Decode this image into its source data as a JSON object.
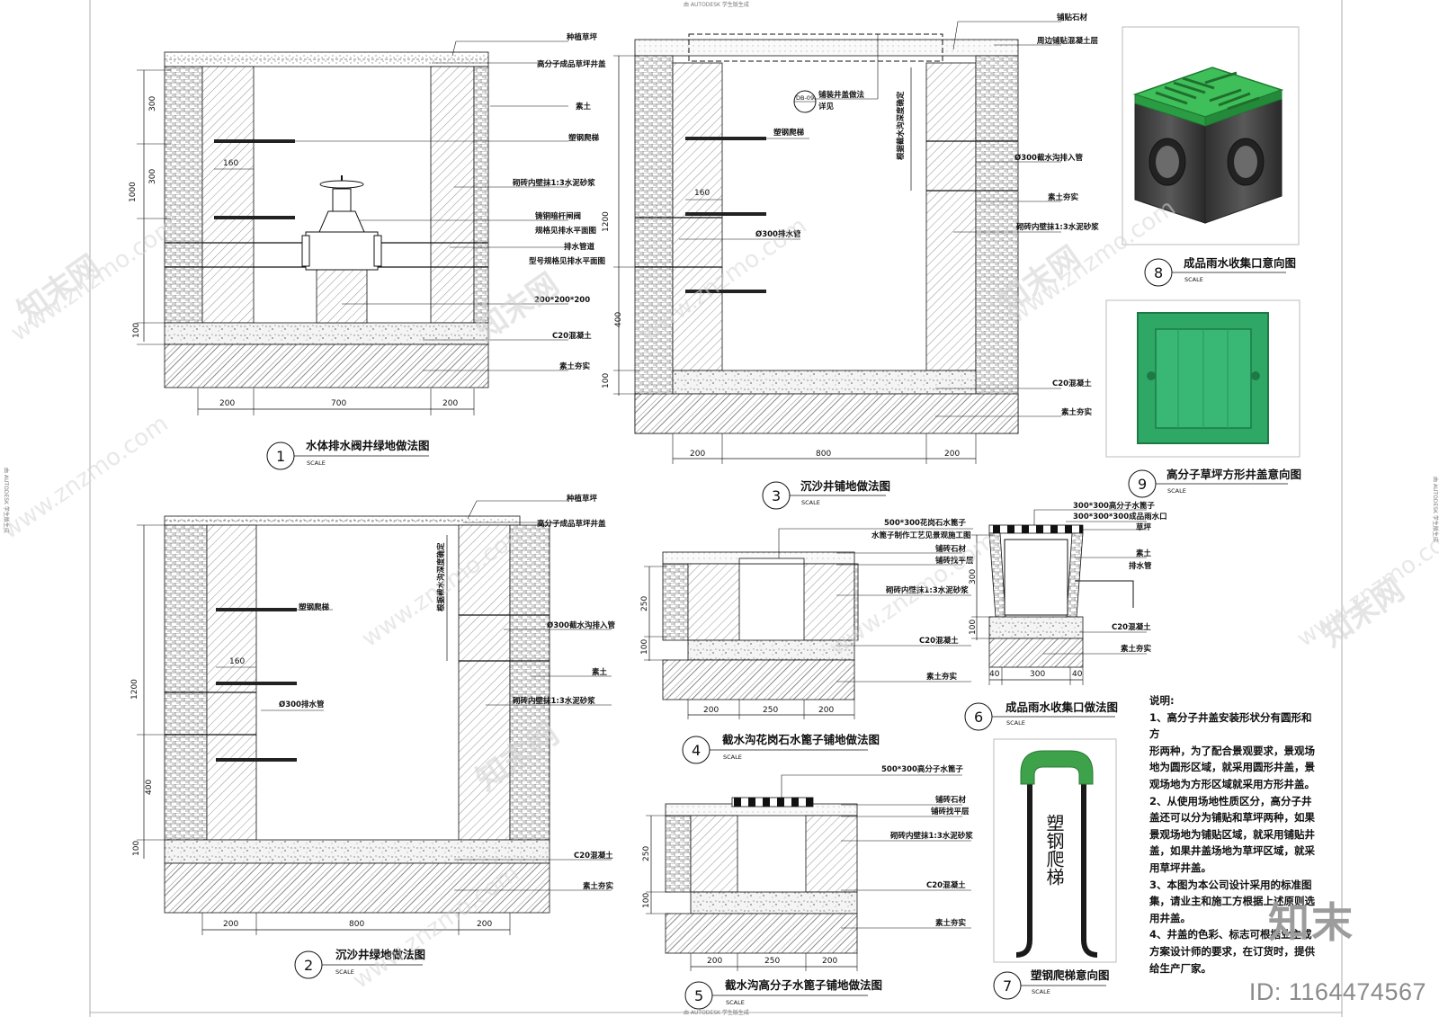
{
  "header": {
    "top_text": "由 AUTODESK 学生版生成",
    "bottom_text": "由 AUTODESK 学生版生成",
    "side_text": "由 AUTODESK 学生版生成"
  },
  "watermark": {
    "site": "www.znzmo.com",
    "cn": "知末网",
    "brand": "知末",
    "id": "ID: 1164474567"
  },
  "scale_word": "SCALE",
  "d1": {
    "num": "1",
    "title": "水体排水阀井绿地做法图",
    "labels": [
      "种植草坪",
      "高分子成品草坪井盖",
      "素土",
      "塑钢爬梯",
      "砌砖内壁抹1:3水泥砂浆",
      "铸铜暗杆闸阀",
      "规格见排水平面图",
      "排水管道",
      "型号规格见排水平面图",
      "200*200*200",
      "C20混凝土",
      "素土夯实"
    ],
    "dims_v": [
      "300",
      "300",
      "1000",
      "100"
    ],
    "dims_h": [
      "200",
      "700",
      "200"
    ],
    "dim_160": "160"
  },
  "d2": {
    "num": "2",
    "title": "沉沙井绿地做法图",
    "labels": [
      "种植草坪",
      "高分子成品草坪井盖",
      "塑钢爬梯",
      "Ø300截水沟排入管",
      "素土",
      "砌砖内壁抹1:3水泥砂浆",
      "Ø300排水管",
      "C20混凝土",
      "素土夯实"
    ],
    "side_note": "根据截水沟深度确定",
    "dims_v": [
      "1200",
      "400",
      "100"
    ],
    "dims_h": [
      "200",
      "800",
      "200"
    ],
    "dim_160": "160"
  },
  "d3": {
    "num": "3",
    "title": "沉沙井铺地做法图",
    "labels": [
      "铺贴石材",
      "周边铺贴混凝土层",
      "塑钢爬梯",
      "Ø300截水沟排入管",
      "素土夯实",
      "砌砖内壁抹1:3水泥砂浆",
      "Ø300排水管",
      "C20混凝土",
      "素土夯实"
    ],
    "callout_code": "DB-09",
    "callout_text_1": "铺装井盖做法",
    "callout_text_2": "详见",
    "side_note": "根据截水沟深度确定",
    "dims_v": [
      "1200",
      "400",
      "100"
    ],
    "dims_h": [
      "200",
      "800",
      "200"
    ],
    "dim_160": "160"
  },
  "d4": {
    "num": "4",
    "title": "截水沟花岗石水篦子铺地做法图",
    "labels": [
      "500*300花岗石水篦子",
      "水篦子制作工艺见景观施工图",
      "铺砖石材",
      "铺砖找平层",
      "砌砖内壁抹1:3水泥砂浆",
      "C20混凝土",
      "素土夯实"
    ],
    "dims_v": [
      "250",
      "100"
    ],
    "dims_h": [
      "200",
      "250",
      "200"
    ]
  },
  "d5": {
    "num": "5",
    "title": "截水沟高分子水篦子铺地做法图",
    "labels": [
      "500*300高分子水篦子",
      "铺砖石材",
      "铺砖找平层",
      "砌砖内壁抹1:3水泥砂浆",
      "C20混凝土",
      "素土夯实"
    ],
    "dims_v": [
      "250",
      "100"
    ],
    "dims_h": [
      "200",
      "250",
      "200"
    ]
  },
  "d6": {
    "num": "6",
    "title": "成品雨水收集口做法图",
    "labels": [
      "300*300高分子水篦子",
      "300*300*300成品雨水口",
      "草坪",
      "素土",
      "排水管",
      "C20混凝土",
      "素土夯实"
    ],
    "dims_v": [
      "300",
      "100"
    ],
    "dims_h": [
      "40",
      "300",
      "40"
    ]
  },
  "d7": {
    "num": "7",
    "title": "塑钢爬梯意向图",
    "photo_text": "塑钢爬梯"
  },
  "d8": {
    "num": "8",
    "title": "成品雨水收集口意向图"
  },
  "d9": {
    "num": "9",
    "title": "高分子草坪方形井盖意向图"
  },
  "notes": {
    "heading": "说明:",
    "lines": [
      "1、高分子井盖安装形状分有圆形和方",
      "形两种，为了配合景观要求，景观场",
      "地为圆形区域，就采用圆形井盖，景",
      "观场地为方形区域就采用方形井盖。",
      "2、从使用场地性质区分，高分子井",
      "盖还可以分为铺贴和草坪两种，如果",
      "景观场地为铺贴区域，就采用铺贴井",
      "盖，如果井盖场地为草坪区域，就采",
      "用草坪井盖。",
      "3、本图为本公司设计采用的标准图",
      "集，请业主和施工方根据上述原则选",
      "用井盖。",
      "4、井盖的色彩、标志可根据业主或",
      "方案设计师的要求，在订货时，提供",
      "给生产厂家。"
    ]
  },
  "colors": {
    "line": "#111111",
    "green_cover": "#3fbf5a",
    "green_tray": "#2fa866",
    "grey_box": "#4a4a4a"
  }
}
